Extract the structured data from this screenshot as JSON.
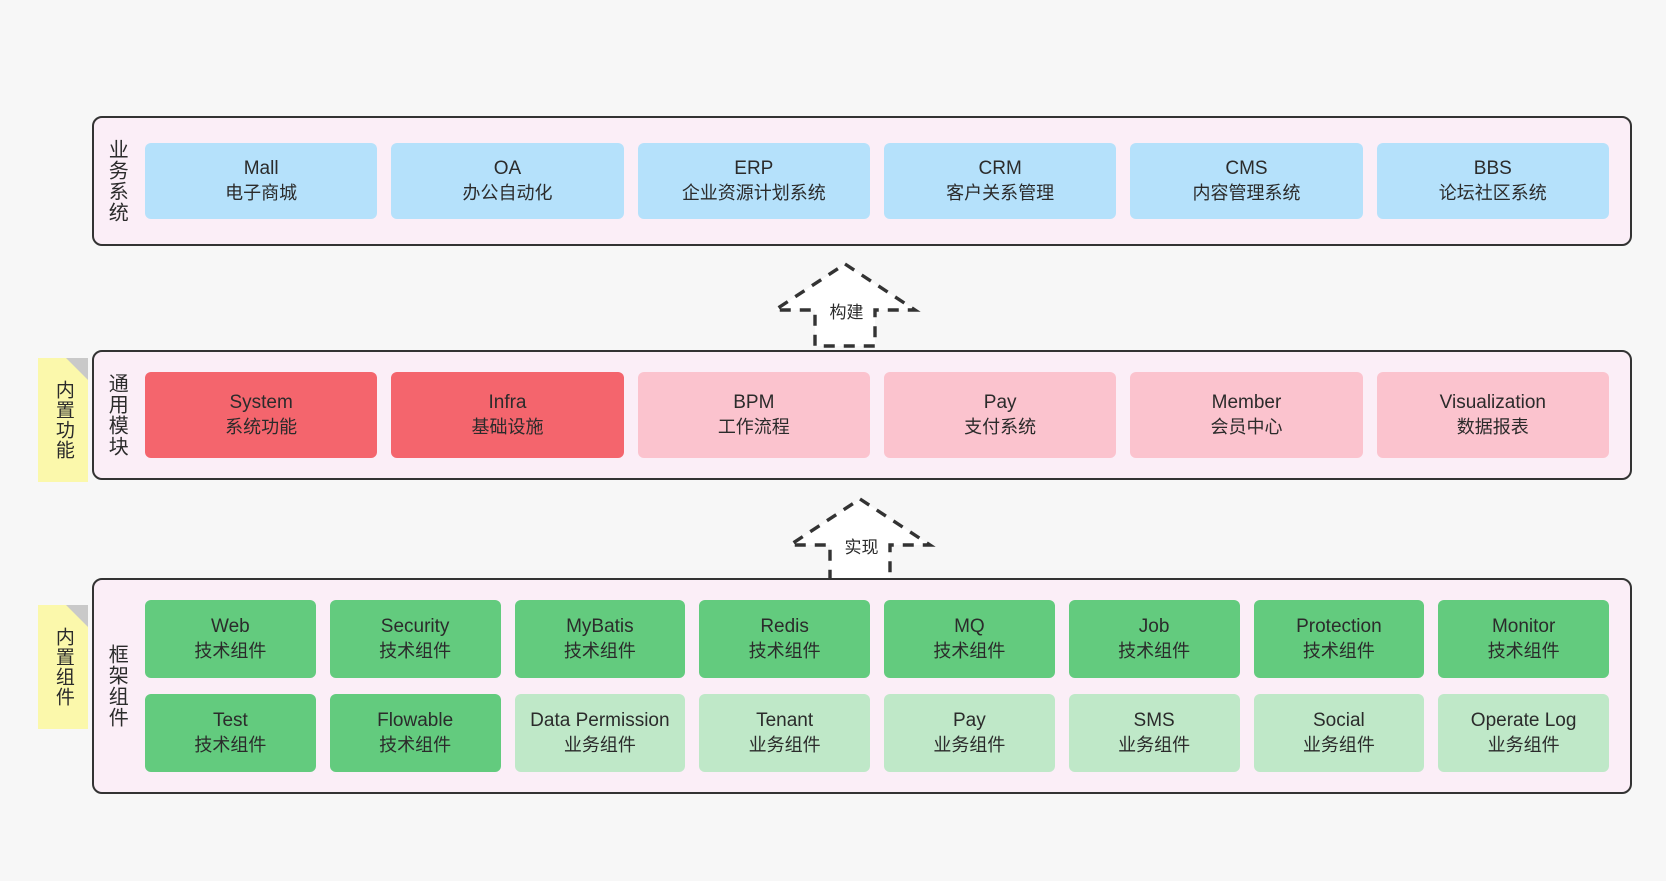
{
  "diagram": {
    "background": "#f7f7f7",
    "container_fill": "#fbeef7",
    "container_stroke": "#333333"
  },
  "notes": [
    {
      "id": "builtin-features",
      "text": "内置功能",
      "color": "#fbf8ab"
    },
    {
      "id": "builtin-components",
      "text": "内置组件",
      "color": "#fbf8ab"
    }
  ],
  "arrows": [
    {
      "id": "build",
      "label": "构建",
      "style": "dashed-hollow-triangle"
    },
    {
      "id": "implement",
      "label": "实现",
      "style": "dashed-hollow-triangle"
    }
  ],
  "layers": [
    {
      "id": "business-system",
      "title": "业务系统",
      "card_color": "#b5e1fb",
      "cards": [
        {
          "name": "Mall",
          "desc": "电子商城"
        },
        {
          "name": "OA",
          "desc": "办公自动化"
        },
        {
          "name": "ERP",
          "desc": "企业资源计划系统"
        },
        {
          "name": "CRM",
          "desc": "客户关系管理"
        },
        {
          "name": "CMS",
          "desc": "内容管理系统"
        },
        {
          "name": "BBS",
          "desc": "论坛社区系统"
        }
      ]
    },
    {
      "id": "common-module",
      "title": "通用模块",
      "card_color": "#fbc3ce",
      "card_color_strong": "#f4656d",
      "cards": [
        {
          "name": "System",
          "desc": "系统功能",
          "emphasis": true
        },
        {
          "name": "Infra",
          "desc": "基础设施",
          "emphasis": true
        },
        {
          "name": "BPM",
          "desc": "工作流程",
          "emphasis": false
        },
        {
          "name": "Pay",
          "desc": "支付系统",
          "emphasis": false
        },
        {
          "name": "Member",
          "desc": "会员中心",
          "emphasis": false
        },
        {
          "name": "Visualization",
          "desc": "数据报表",
          "emphasis": false
        }
      ]
    },
    {
      "id": "framework-component",
      "title": "框架组件",
      "card_color": "#63cb7e",
      "card_color_light": "#bfe8c8",
      "rows": [
        [
          {
            "name": "Web",
            "desc": "技术组件",
            "light": false
          },
          {
            "name": "Security",
            "desc": "技术组件",
            "light": false
          },
          {
            "name": "MyBatis",
            "desc": "技术组件",
            "light": false
          },
          {
            "name": "Redis",
            "desc": "技术组件",
            "light": false
          },
          {
            "name": "MQ",
            "desc": "技术组件",
            "light": false
          },
          {
            "name": "Job",
            "desc": "技术组件",
            "light": false
          },
          {
            "name": "Protection",
            "desc": "技术组件",
            "light": false
          },
          {
            "name": "Monitor",
            "desc": "技术组件",
            "light": false
          }
        ],
        [
          {
            "name": "Test",
            "desc": "技术组件",
            "light": false
          },
          {
            "name": "Flowable",
            "desc": "技术组件",
            "light": false
          },
          {
            "name": "Data Permission",
            "desc": "业务组件",
            "light": true
          },
          {
            "name": "Tenant",
            "desc": "业务组件",
            "light": true
          },
          {
            "name": "Pay",
            "desc": "业务组件",
            "light": true
          },
          {
            "name": "SMS",
            "desc": "业务组件",
            "light": true
          },
          {
            "name": "Social",
            "desc": "业务组件",
            "light": true
          },
          {
            "name": "Operate Log",
            "desc": "业务组件",
            "light": true
          }
        ]
      ]
    }
  ]
}
